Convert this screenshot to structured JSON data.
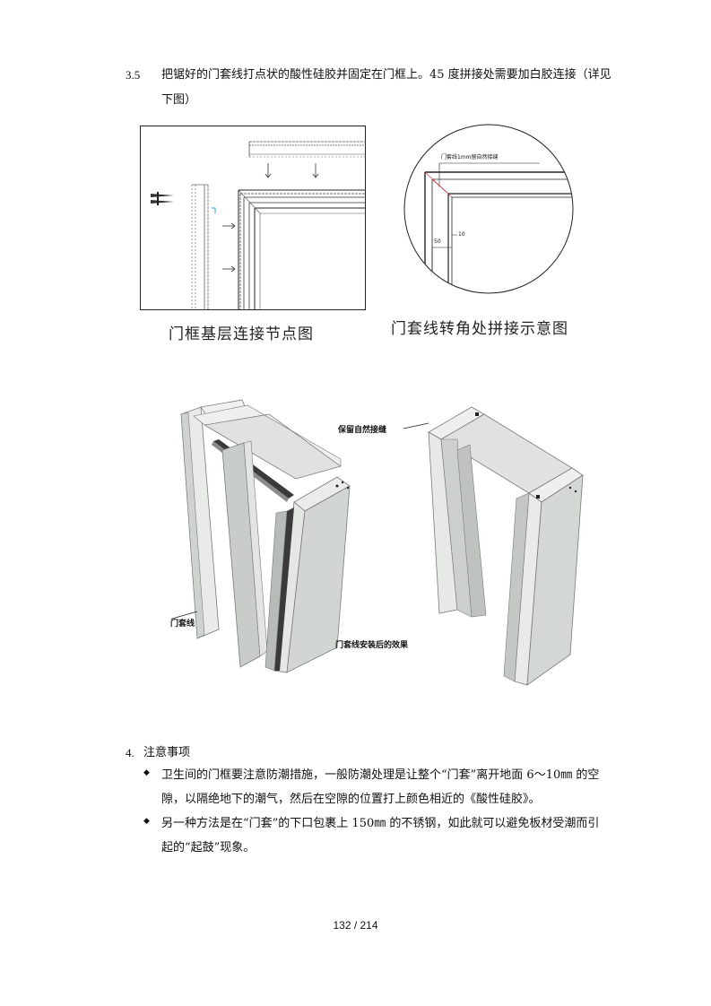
{
  "section": {
    "number": "3.5",
    "line1": "把锯好的门套线打点状的酸性硅胶并固定在门框上。45 度拼接处需要加白胶连接（详见",
    "line2": "下图）"
  },
  "figure_top": {
    "left_caption": "门框基层连接节点图",
    "right_caption": "门套线转角处拼接示意图",
    "right_seam_label": "门套线1mm留自然接缝",
    "dim_50": "50",
    "dim_10": "10"
  },
  "figure_3d": {
    "label_casing": "门套线",
    "label_seam": "保留自然接缝",
    "label_effect": "门套线安装后的效果"
  },
  "notes": {
    "number": "4.",
    "title": "注意事项",
    "items": [
      {
        "line1": "卫生间的门框要注意防潮措施，一般防潮处理是让整个“门套”离开地面 6～10㎜ 的空",
        "line2": "隙，以隔绝地下的潮气，然后在空隙的位置打上颜色相近的《酸性硅胶》。"
      },
      {
        "line1": "另一种方法是在“门套”的下口包裹上 150㎜ 的不锈钢，如此就可以避免板材受潮而引",
        "line2": "起的“起鼓”现象。"
      }
    ]
  },
  "footer": {
    "page": "132 / 214"
  }
}
